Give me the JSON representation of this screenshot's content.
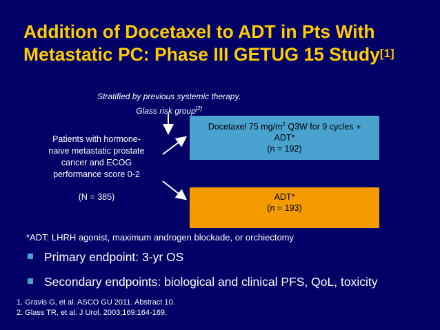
{
  "title": {
    "line1": "Addition of Docetaxel to ADT in Pts With",
    "line2": "Metastatic PC: Phase III GETUG 15 Study",
    "ref": "[1]"
  },
  "stratification": {
    "line1": "Stratified by previous systemic therapy,",
    "line2": "Glass risk group",
    "ref": "[2]"
  },
  "patients": {
    "line1": "Patients with hormone-",
    "line2": "naive metastatic prostate",
    "line3": "cancer and ECOG",
    "line4": "performance score 0-2",
    "n": "(N = 385)"
  },
  "arm_docetaxel": {
    "line1_pre": "Docetaxel 75 mg/m",
    "line1_sup": "2",
    "line1_post": " Q3W for 9 cycles +",
    "line2": "ADT*",
    "n": "(n = 192)",
    "color": "#4aa3cf"
  },
  "arm_adt": {
    "line1": "ADT*",
    "n": "(n = 193)",
    "color": "#f59b00"
  },
  "footnote": "*ADT: LHRH agonist, maximum androgen blockade, or orchiectomy",
  "bullets": [
    "Primary endpoint: 3-yr OS",
    "Secondary endpoints: biological and clinical PFS, QoL, toxicity"
  ],
  "references": [
    "1. Gravis G, et al. ASCO GU 2011. Abstract 10.",
    "2. Glass TR, et al. J Urol. 2003;169:164-169."
  ],
  "colors": {
    "background": "#000066",
    "title": "#ffcc00",
    "text": "#ffffff"
  }
}
